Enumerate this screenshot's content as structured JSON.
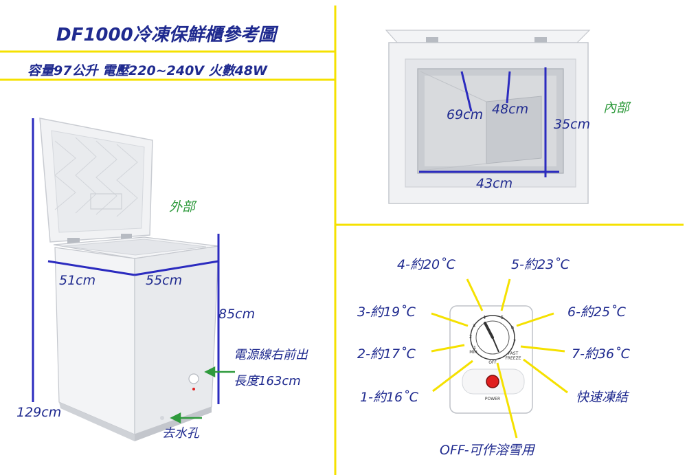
{
  "header": {
    "title": "DF1000冷凍保鮮櫃參考圖",
    "spec": "容量97公升  電壓220~240V  火數48W"
  },
  "exterior": {
    "label": "外部",
    "depth": "51cm",
    "width": "55cm",
    "body_height": "85cm",
    "total_height": "129cm",
    "power_cord_note_1": "電源線右前出",
    "power_cord_note_2": "長度163cm",
    "drain_note": "去水孔"
  },
  "interior": {
    "label": "內部",
    "depth": "69cm",
    "divider": "48cm",
    "height": "35cm",
    "width": "43cm"
  },
  "dial": {
    "settings": [
      {
        "text": "4-約20˚C"
      },
      {
        "text": "5-約23˚C"
      },
      {
        "text": "3-約19˚C"
      },
      {
        "text": "6-約25˚C"
      },
      {
        "text": "2-約17˚C"
      },
      {
        "text": "7-約36˚C"
      },
      {
        "text": "1-約16˚C"
      },
      {
        "text": "快速凍結"
      },
      {
        "text": "OFF-可作溶雪用"
      }
    ],
    "dial_small_text": {
      "min": "MIN",
      "fast": "FAST",
      "freeze": "FREEZE",
      "off": "OFF",
      "power": "POWER"
    }
  },
  "colors": {
    "accent_yellow": "#f5e100",
    "label_blue": "#1f2a8f",
    "section_green": "#2e9a3c",
    "dim_line": "#2b2bbf",
    "indicator_red": "#e01f1f"
  }
}
